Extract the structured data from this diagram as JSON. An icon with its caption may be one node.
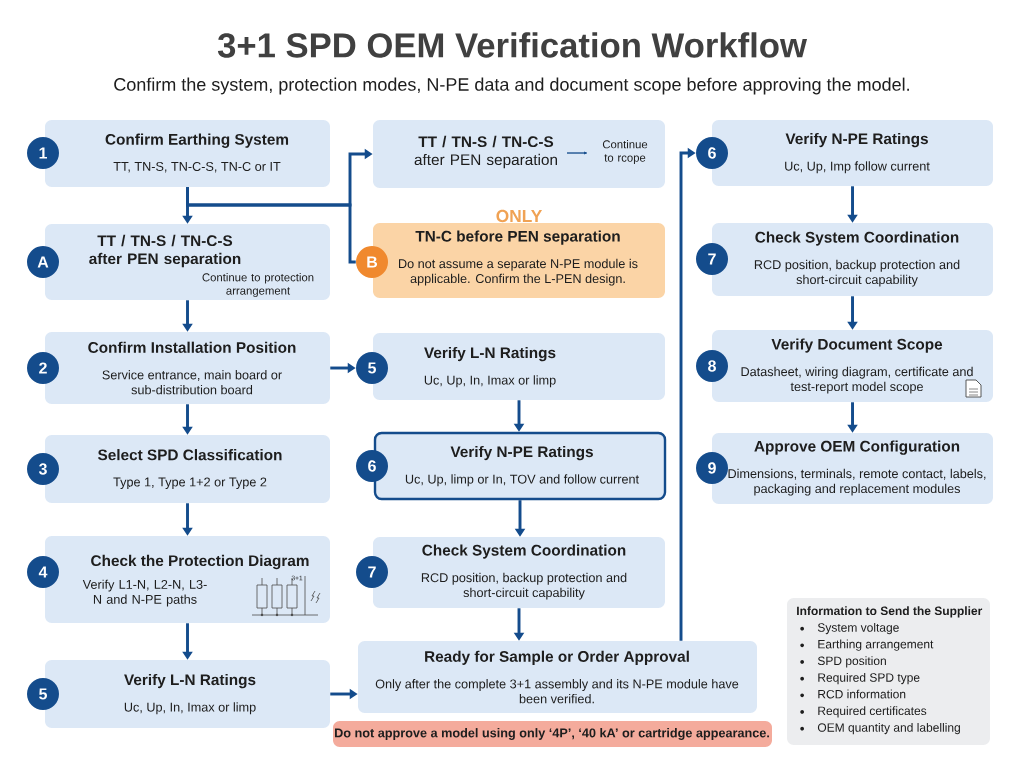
{
  "diagram": {
    "title": "3+1 SPD OEM Verification Workflow",
    "nodes": [
      {
        "text": [
          "1",
          "Confirm Earthing System",
          "TT, TN-S, TN-C-S, TN-C or IT"
        ]
      },
      {
        "text": [
          "A",
          "TT / TN-S / TN-C-S after PEN separation",
          "Continue to protection arrangement"
        ]
      },
      {
        "text": [
          "2",
          "Confirm Installation Position",
          "Service entrance, main board or sub-distribution board"
        ]
      },
      {
        "text": [
          "3",
          "Select SPD Classification",
          "Type 1, Type 1+2 or Type 2"
        ]
      },
      {
        "text": [
          "4",
          "Check the Protection Diagram",
          "Verify L1-N, L2-N, L3-N and N-PE paths"
        ]
      },
      {
        "text": [
          "5",
          "Verify L-N Ratings",
          "Uc, Up, In, Imax or limp"
        ]
      },
      {
        "text": [
          "**TT / TN-S / TN-C-S** after PEN separation",
          "Continue to rcope"
        ]
      },
      {
        "text": [
          "B",
          "TN-C before PEN separation",
          "Do not assume a separate N-PE module is applicable. Confirm the L-PEN design."
        ],
        "beside": [
          "ONLY"
        ]
      },
      {
        "text": [
          "5",
          "Verify L-N Ratings",
          "Uc, Up, In, Imax or limp"
        ]
      },
      {
        "text": [
          "6",
          "Verify N-PE Ratings",
          "Uc, Up, limp or In, TOV and follow current"
        ]
      },
      {
        "text": [
          "7",
          "Check System Coordination",
          "RCD position, backup protection and short-circuit capability"
        ]
      },
      {
        "text": [
          "Ready for Sample or Order Approval",
          "Only after the complete 3+1 assembly and its N-PE module have been verified."
        ]
      },
      {
        "text": [
          "Do not approve a model using only ‘4P’, ‘40 kA’ or cartridge appearance."
        ]
      },
      {
        "text": [
          "6",
          "Verify N-PE Ratings",
          "Uc, Up, Imp follow current"
        ]
      },
      {
        "text": [
          "7",
          "Check System Coordination",
          "RCD position, backup protection and short-circuit capability"
        ]
      },
      {
        "text": [
          "8",
          "Verify Document Scope",
          "Datasheet, wiring diagram, certificate and test-report model scope"
        ]
      },
      {
        "text": [
          "9",
          "Approve OEM Configuration",
          "Dimensions, terminals, remote contact, labels, packaging and replacement modules"
        ]
      },
      {
        "text": [
          "Information to Send the Supplier",
          "System voltage",
          "Earthing arrangement",
          "SPD position",
          "Required SPD type",
          "RCD information",
          "Required certificates",
          "OEM quantity and labelling"
        ]
      }
    ],
    "edges": [
      {
        "from": 0,
        "to": 1,
        "arrow": "to"
      },
      {
        "from": 0,
        "to": 6,
        "arrow": "to"
      },
      {
        "from": 0,
        "to": 7,
        "arrow": "none"
      },
      {
        "from": 1,
        "to": 2,
        "arrow": "to"
      },
      {
        "from": 2,
        "to": 3,
        "arrow": "to"
      },
      {
        "from": 3,
        "to": 4,
        "arrow": "to"
      },
      {
        "from": 4,
        "to": 5,
        "arrow": "to"
      },
      {
        "from": 2,
        "to": 8,
        "arrow": "to"
      },
      {
        "from": 5,
        "to": 11,
        "arrow": "to"
      },
      {
        "from": 8,
        "to": 9,
        "arrow": "to"
      },
      {
        "from": 9,
        "to": 10,
        "arrow": "to"
      },
      {
        "from": 10,
        "to": 11,
        "arrow": "to"
      },
      {
        "from": 11,
        "to": 13,
        "arrow": "to"
      },
      {
        "from": 13,
        "to": 14,
        "arrow": "to"
      },
      {
        "from": 14,
        "to": 15,
        "arrow": "to"
      },
      {
        "from": 15,
        "to": 16,
        "arrow": "to"
      }
    ],
    "labels": [
      "Confirm the system, protection modes, N-PE data and document scope before approving the model.",
      "3+1"
    ]
  }
}
